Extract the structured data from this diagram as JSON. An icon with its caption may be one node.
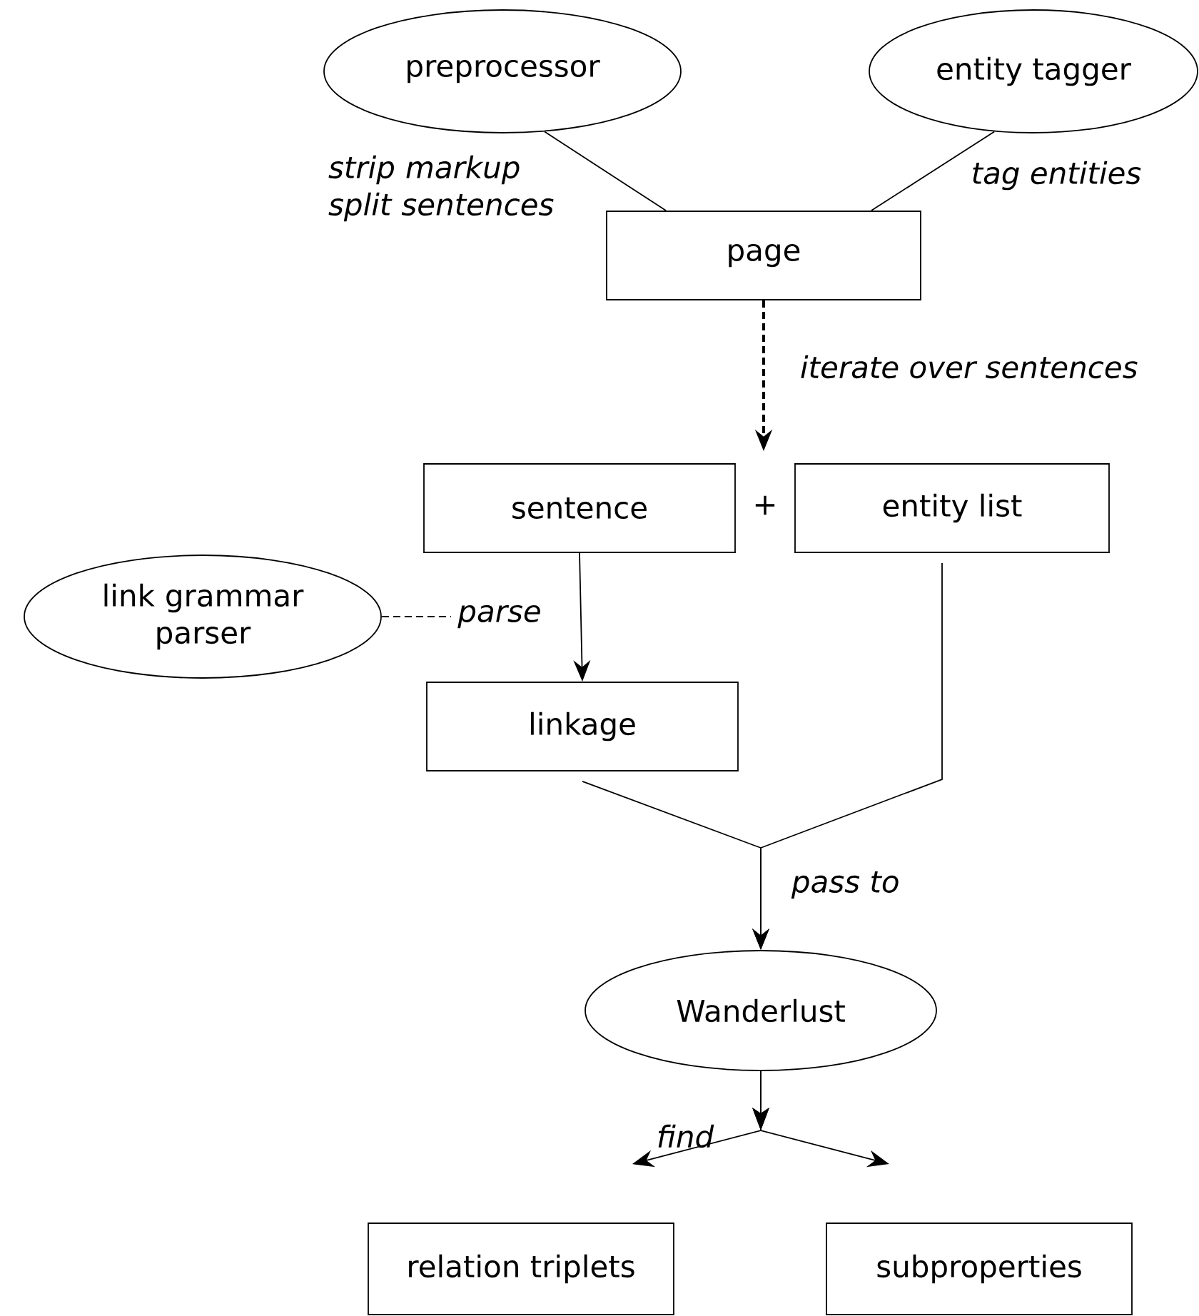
{
  "diagram": {
    "nodes": [
      {
        "text": [
          "preprocessor"
        ]
      },
      {
        "text": [
          "entity tagger"
        ]
      },
      {
        "text": [
          "page"
        ]
      },
      {
        "text": [
          "sentence"
        ]
      },
      {
        "text": [
          "entity list"
        ]
      },
      {
        "text": [
          "link grammar parser"
        ]
      },
      {
        "text": [
          "linkage"
        ]
      },
      {
        "text": [
          "Wanderlust"
        ]
      },
      {
        "text": [
          "relation triplets"
        ]
      },
      {
        "text": [
          "subproperties"
        ]
      }
    ],
    "edges": [
      {
        "from": 0,
        "to": 2,
        "arrow": "none",
        "label": "strip markup split sentences"
      },
      {
        "from": 1,
        "to": 2,
        "arrow": "none",
        "label": "tag entities"
      },
      {
        "from": 2,
        "to": null,
        "arrow": "to",
        "style": "dashed",
        "label": "iterate over sentences"
      },
      {
        "from": 3,
        "to": 6,
        "arrow": "to"
      },
      {
        "from": 5,
        "to": null,
        "arrow": "none",
        "style": "dashed",
        "label": "parse"
      },
      {
        "from": 6,
        "to": 7,
        "arrow": "to",
        "label": "pass to"
      },
      {
        "from": 4,
        "to": 7,
        "arrow": "to"
      },
      {
        "from": 7,
        "to": 8,
        "arrow": "to",
        "label": "find"
      },
      {
        "from": 7,
        "to": 9,
        "arrow": "to"
      }
    ],
    "labels": [
      "+"
    ]
  }
}
